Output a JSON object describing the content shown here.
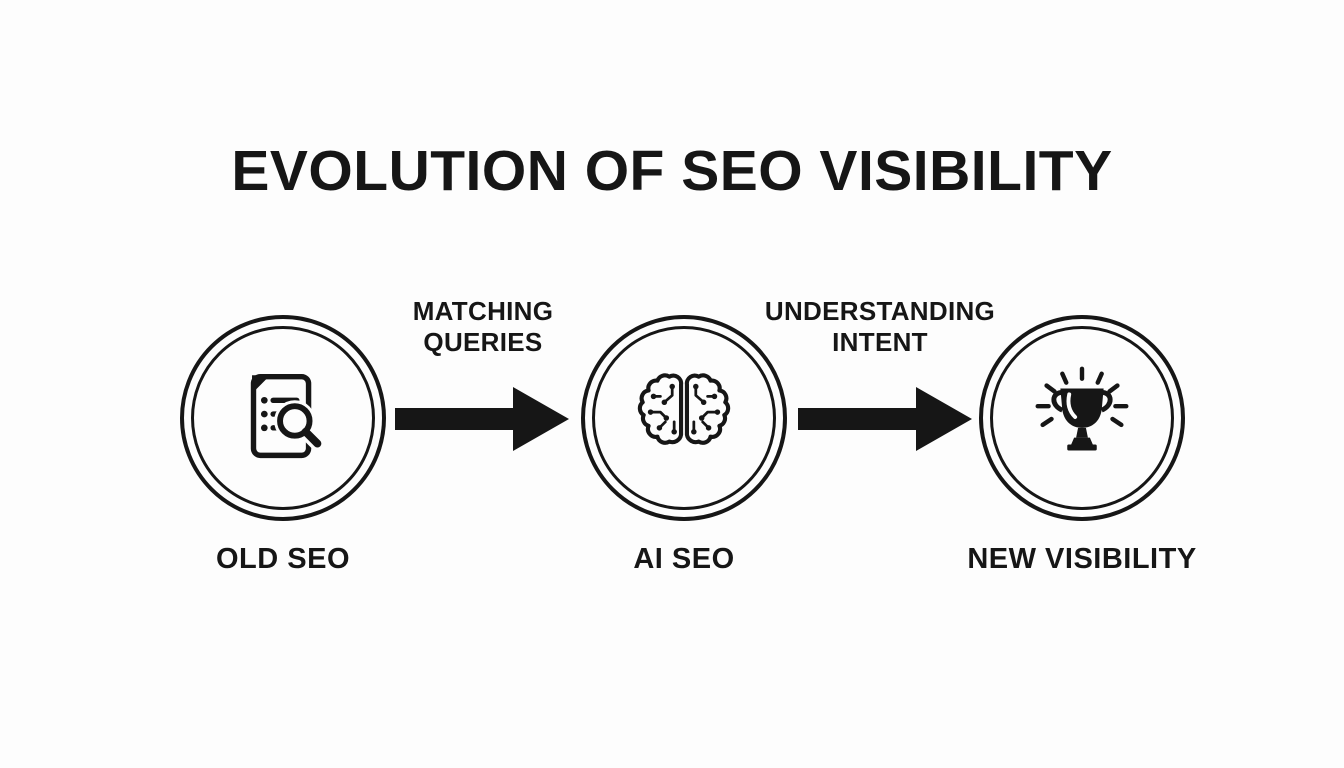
{
  "page": {
    "background_color": "#fdfdfd",
    "ink_color": "#161616"
  },
  "title": "EVOLUTION OF SEO VISIBILITY",
  "stages": [
    {
      "label": "OLD SEO",
      "icon": "document-search-icon"
    },
    {
      "label": "AI SEO",
      "icon": "ai-brain-icon"
    },
    {
      "label": "NEW VISIBILITY",
      "icon": "trophy-icon"
    }
  ],
  "transitions": [
    {
      "line1": "MATCHING",
      "line2": "QUERIES"
    },
    {
      "line1": "UNDERSTANDING",
      "line2": "INTENT"
    }
  ]
}
